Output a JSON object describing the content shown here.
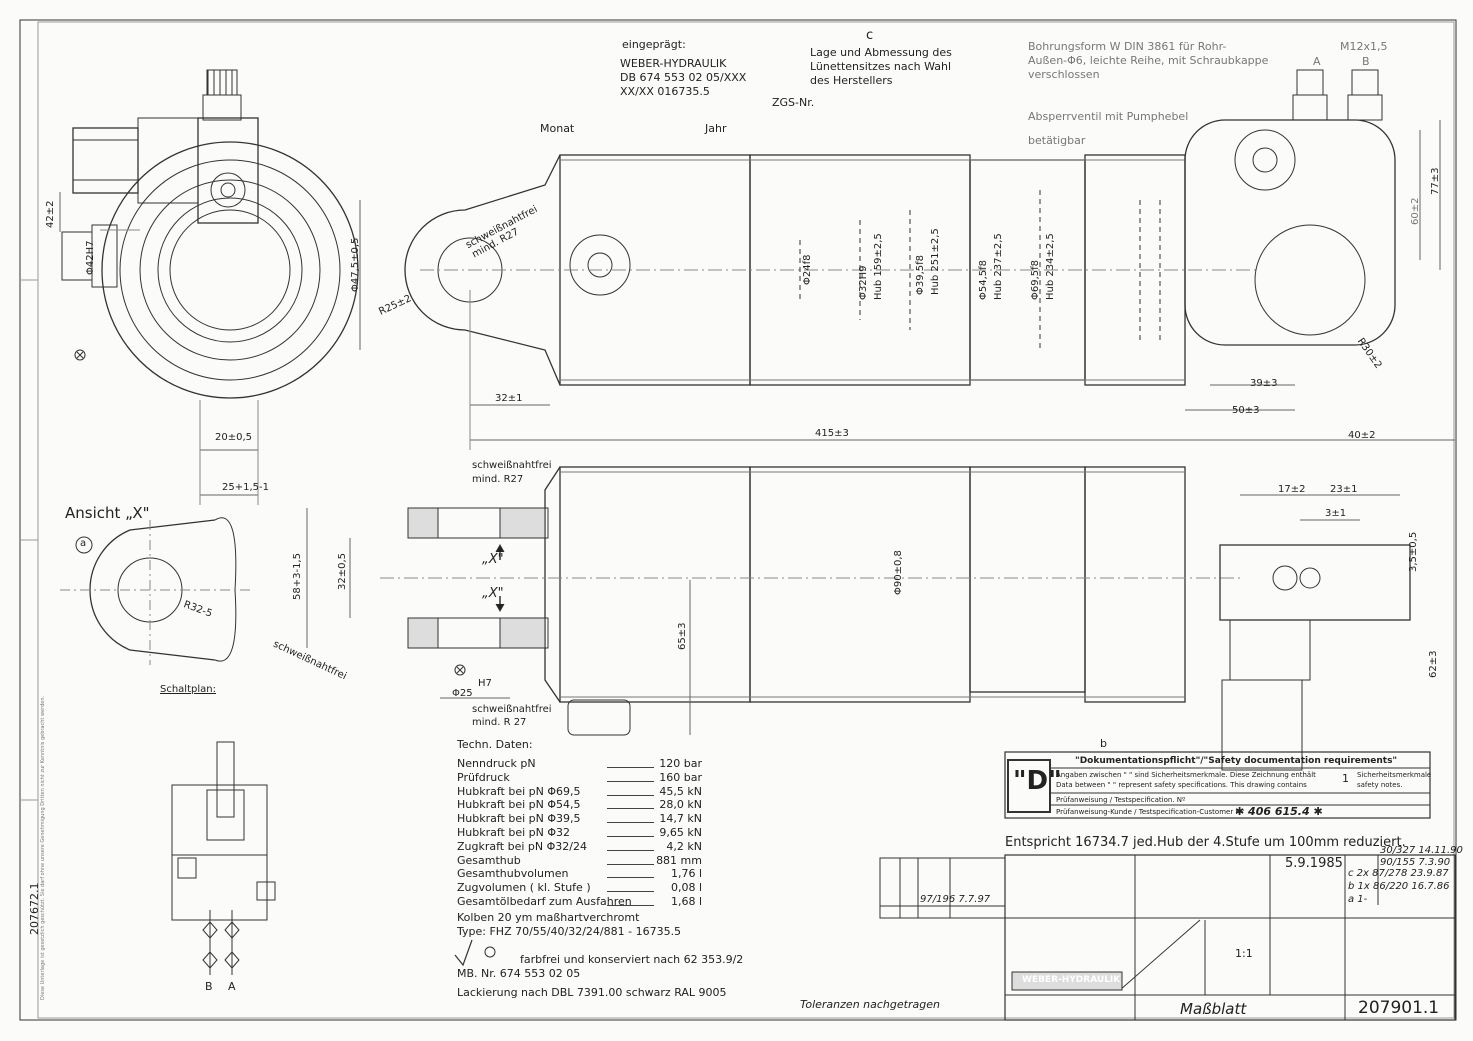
{
  "header": {
    "circle_c_label": "c",
    "note_lage": [
      "Lage und Abmessung des",
      "Lünettensitzes nach Wahl",
      "des Herstellers"
    ],
    "stamp_label": "eingeprägt:",
    "stamp_lines": [
      "WEBER-HYDRAULIK",
      "DB 674 553 02 05/XXX",
      "XX/XX  016735.5"
    ],
    "zgs": "ZGS-Nr.",
    "monat": "Monat",
    "jahr": "Jahr",
    "bohrung_note": [
      "Bohrungsform W DIN 3861 für Rohr-",
      "Außen-Φ6, leichte Reihe, mit Schraubkappe",
      "verschlossen"
    ],
    "ventil_note": [
      "Absperrventil mit Pumphebel",
      "betätigbar"
    ],
    "thread": "M12x1,5",
    "port_a": "A",
    "port_b": "B"
  },
  "dims": {
    "d42": "42±2",
    "d42h7": "Φ42H7",
    "d475": "Φ47,5±0,5",
    "r25": "R25±2",
    "r27": [
      "schweißnahtfrei",
      "mind. R27"
    ],
    "d20": "20±0,5",
    "d25": "25+1,5-1",
    "d32": "32±1",
    "d415": "415±3",
    "d40": "40±2",
    "d24": "Φ24f8",
    "d32h9": "Φ32H9",
    "hub159": "Hub 159±2,5",
    "d395": "Φ39,5f8",
    "hub251": "Hub 251±2,5",
    "d545": "Φ54,5f8",
    "hub237": "Hub 237±2,5",
    "d695": "Φ69,5f8",
    "hub234": "Hub 234±2,5",
    "d39": "39±3",
    "d50": "50±3",
    "d77": "77±3",
    "d60": "60±2",
    "r30": "R30±2",
    "d17": "17±2",
    "d23": "23±1",
    "d3": "3±1",
    "d35": "3,5±0,5",
    "d62": "62±3",
    "d58": "58+3-1,5",
    "d32b": "32±0,5",
    "d90": "Φ90±0,8",
    "d65": "65±3",
    "d25h7": "Φ25",
    "h7": "H7",
    "weld_top": [
      "schweißnahtfrei",
      "mind. R27"
    ],
    "weld_bot": [
      "schweißnahtfrei",
      "mind. R 27"
    ],
    "x_up": "„X\"",
    "x_down": "„X\""
  },
  "ansicht": {
    "title": "Ansicht „X\"",
    "circle_a": "a",
    "r32": "R32-5",
    "weld": "schweißnahtfrei",
    "schaltplan": "Schaltplan:",
    "port_b": "B",
    "port_a": "A"
  },
  "left_margin": {
    "drawing_no": "207672.1",
    "note": "Diese Unterlage ist gesetzlich geschützt. Sie darf ohne unsere Genehmigung Dritten nicht zur Kenntnis gebracht werden."
  },
  "tech": {
    "title": "Techn. Daten:",
    "rows": [
      {
        "label": "Nenndruck  pN",
        "value": "120 bar"
      },
      {
        "label": "Prüfdruck",
        "value": "160 bar"
      },
      {
        "label": "Hubkraft bei pN  Φ69,5",
        "value": "45,5 kN"
      },
      {
        "label": "Hubkraft bei pN  Φ54,5",
        "value": "28,0 kN"
      },
      {
        "label": "Hubkraft bei pN  Φ39,5",
        "value": "14,7 kN"
      },
      {
        "label": "Hubkraft bei pN  Φ32",
        "value": "9,65 kN"
      },
      {
        "label": "Zugkraft bei pN  Φ32/24",
        "value": "4,2 kN"
      },
      {
        "label": "Gesamthub",
        "value": "881 mm"
      },
      {
        "label": "Gesamthubvolumen",
        "value": "1,76 l"
      },
      {
        "label": "Zugvolumen ( kl. Stufe )",
        "value": "0,08 l"
      },
      {
        "label": "Gesamtölbedarf zum Ausfahren",
        "value": "1,68 l"
      }
    ],
    "kolben": "Kolben 20 ym maßhartverchromt",
    "type": "Type: FHZ 70/55/40/32/24/881 - 16735.5",
    "farbfrei": "farbfrei und konserviert nach 62 353.9/2",
    "mb": "MB. Nr. 674 553 02 05",
    "lackierung": "Lackierung nach DBL 7391.00 schwarz RAL 9005",
    "toleranzen": "Toleranzen nachgetragen"
  },
  "doc": {
    "circle_b": "b",
    "d_mark": "\"D\"",
    "title": "\"Dokumentationspflicht\"/\"Safety documentation requirements\"",
    "line1_de": "Angaben zwischen \" \" sind Sicherheitsmerkmale. Diese Zeichnung enthält",
    "line1_en": "Data between \" \" represent safety specifications. This drawing contains",
    "count": "1",
    "merk_de": "Sicherheitsmerkmale",
    "merk_en": "safety notes.",
    "pruef": "Prüfanweisung / Testspecification. Nº",
    "pruef_kunde": "Prüfanweisung-Kunde / Testspecification-Customer  Nº",
    "pruef_no": "✱ 406 615.4 ✱",
    "entspricht": "Entspricht 16734.7 jed.Hub der 4.Stufe um 100mm reduziert."
  },
  "title_block": {
    "date": "5.9.1985",
    "scale": "1:1",
    "rev_c": "c  2x  87/278  23.9.87",
    "rev_b": "b  1x  86/220  16.7.86",
    "rev_a": "a  1-",
    "rev_top1": "30/327  14.11.90",
    "rev_top2": "90/155  7.3.90",
    "rev_small": "97/196  7.7.97",
    "company": "WEBER-HYDRAULIK",
    "title": "Maßblatt",
    "number": "207901.1"
  }
}
